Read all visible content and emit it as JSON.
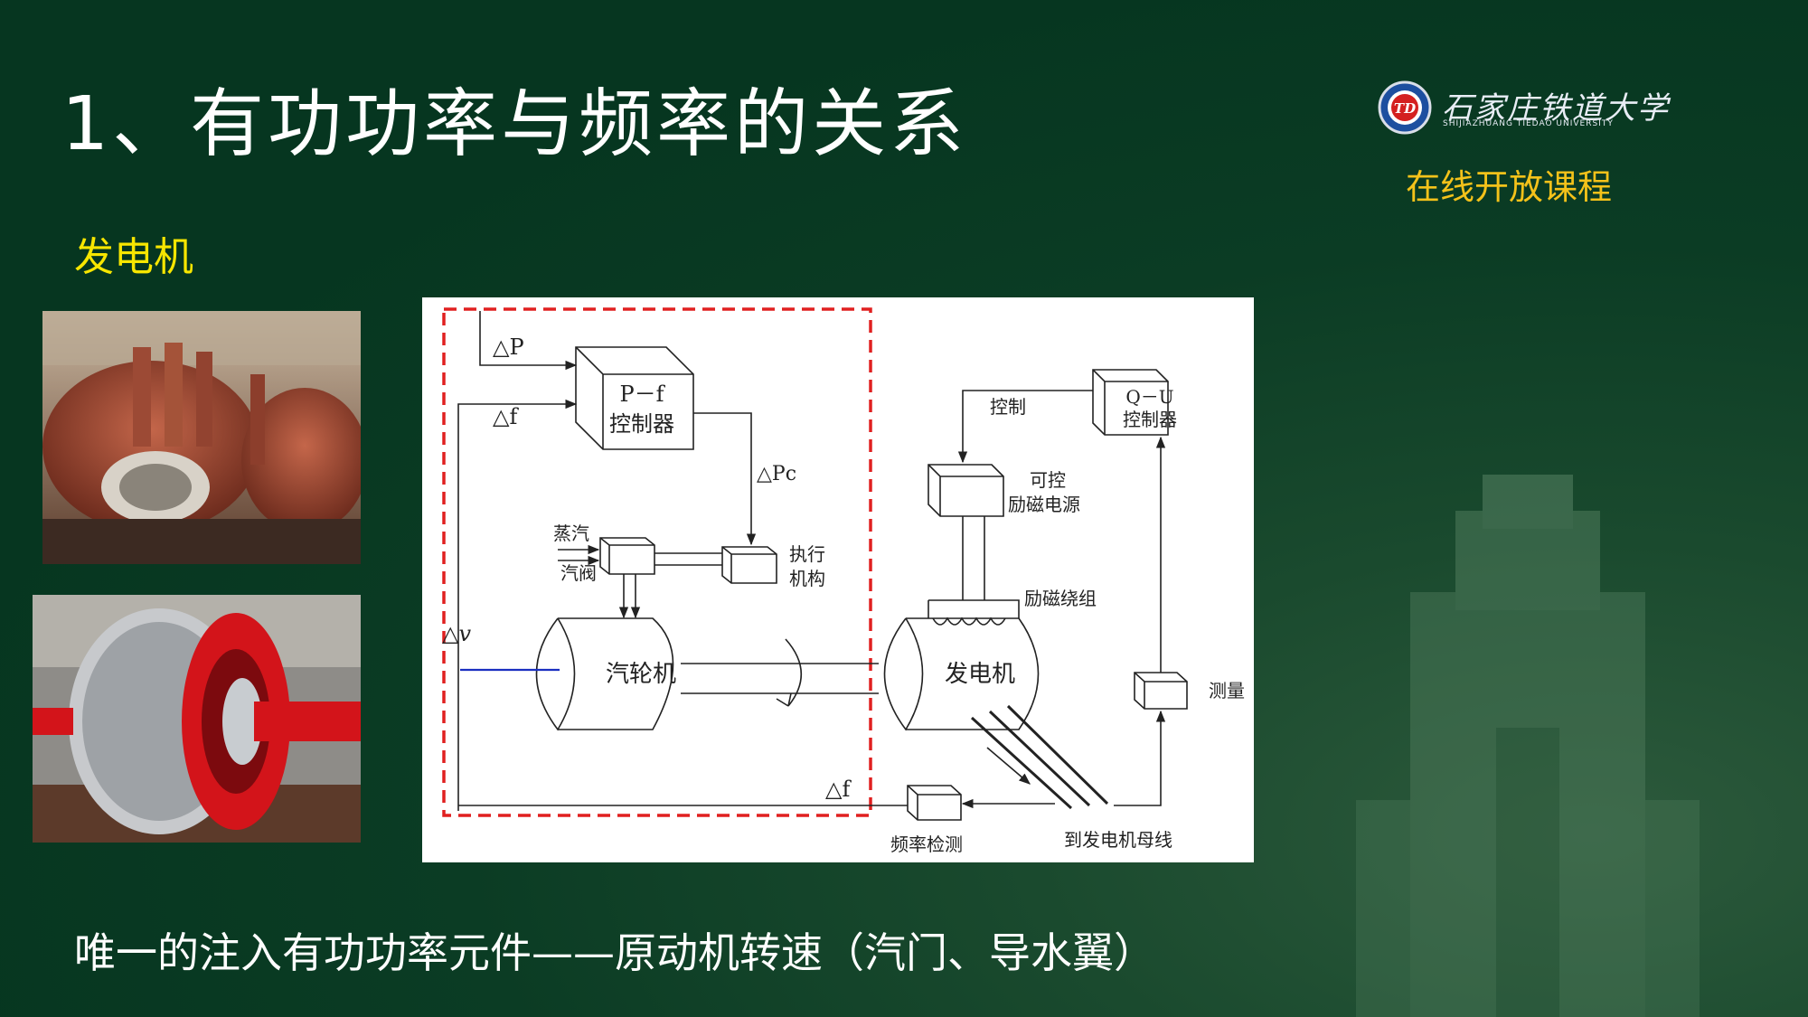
{
  "slide": {
    "title": "1、有功功率与频率的关系",
    "subtitle": "发电机",
    "footer": "唯一的注入有功功率元件——原动机转速（汽门、导水翼）"
  },
  "logo": {
    "name": "石家庄铁道大学",
    "subname": "SHIJIAZHUANG TIEDAO UNIVERSITY",
    "badge": "TD"
  },
  "course_label": "在线开放课程",
  "diagram": {
    "input_dP": "△P",
    "input_df": "△f",
    "pf_line1": "P－f",
    "pf_line2": "控制器",
    "dPc": "△Pc",
    "steam": "蒸汽",
    "valve": "汽阀",
    "actuator_line1": "执行",
    "actuator_line2": "机构",
    "dv": "△v",
    "turbine": "汽轮机",
    "generator": "发电机",
    "control": "控制",
    "qu_line1": "Q－U",
    "qu_line2": "控制器",
    "exc_source_line1": "可控",
    "exc_source_line2": "励磁电源",
    "exc_winding": "励磁绕组",
    "measure": "测量",
    "df_bottom": "△f",
    "freq_detect": "频率检测",
    "to_bus": "到发电机母线"
  },
  "colors": {
    "background": "#063620",
    "title": "#ffffff",
    "subtitle": "#f7e600",
    "course": "#f4c21a",
    "dashed_box": "#e02020",
    "blue_line": "#1a2fc0"
  }
}
